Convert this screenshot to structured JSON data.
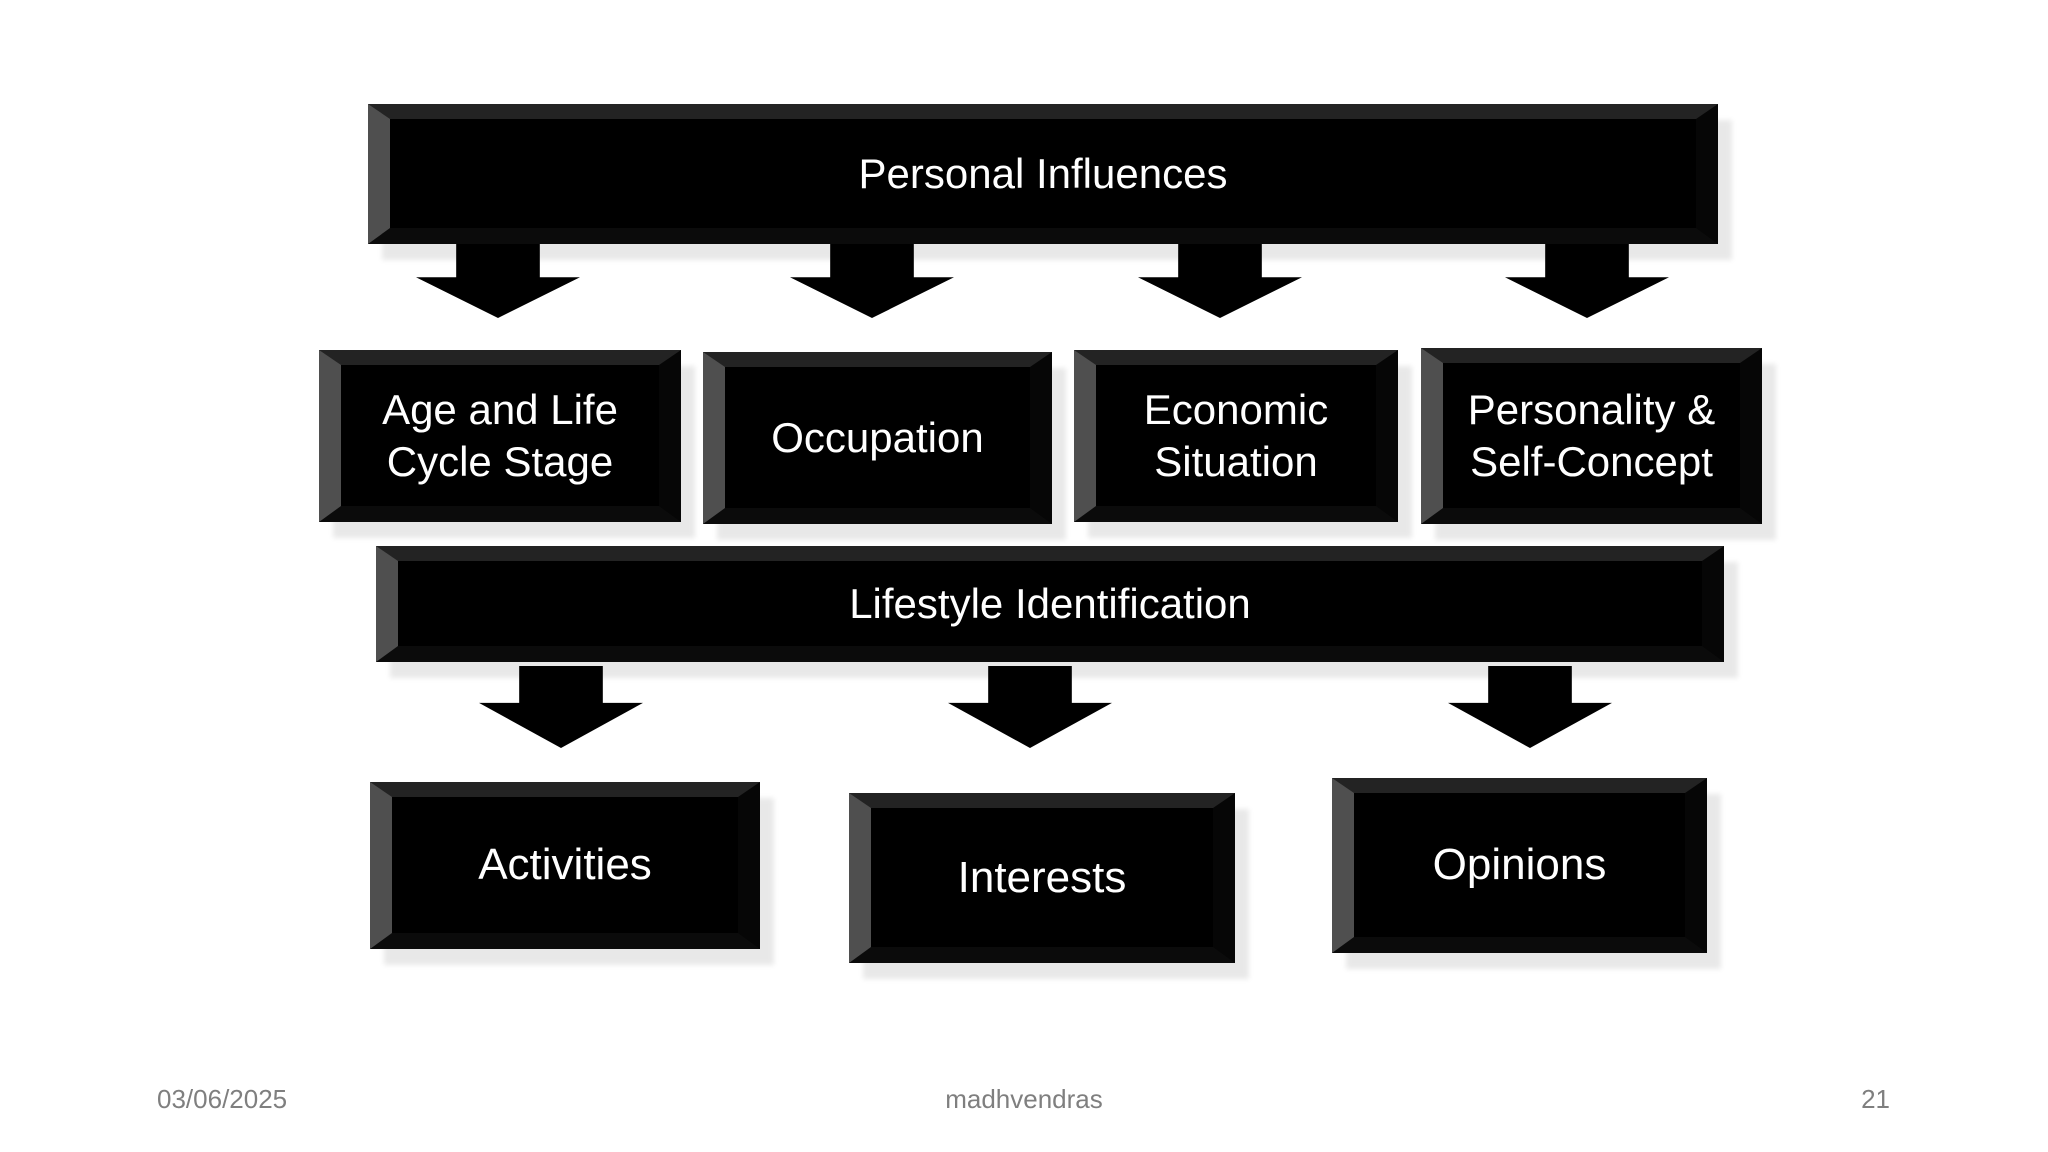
{
  "slide": {
    "colors": {
      "background": "#ffffff",
      "box_fill": "#000000",
      "box_text": "#ffffff",
      "bevel_left": "#4f4f4f",
      "bevel_top": "#232323",
      "bevel_right": "#060606",
      "bevel_bottom": "#0b0b0b",
      "arrow": "#000000",
      "drop_shadow": "#ebebeb",
      "footer_text": "#7f7f7f"
    }
  },
  "diagram": {
    "top_bar_label": "Personal Influences",
    "level2_boxes": [
      "Age and Life Cycle Stage",
      "Occupation",
      "Economic Situation",
      "Personality & Self-Concept"
    ],
    "mid_bar_label": "Lifestyle Identification",
    "level3_boxes": [
      "Activities",
      "Interests",
      "Opinions"
    ]
  },
  "footer": {
    "date": "03/06/2025",
    "author": "madhvendras",
    "slide_number": "21"
  }
}
